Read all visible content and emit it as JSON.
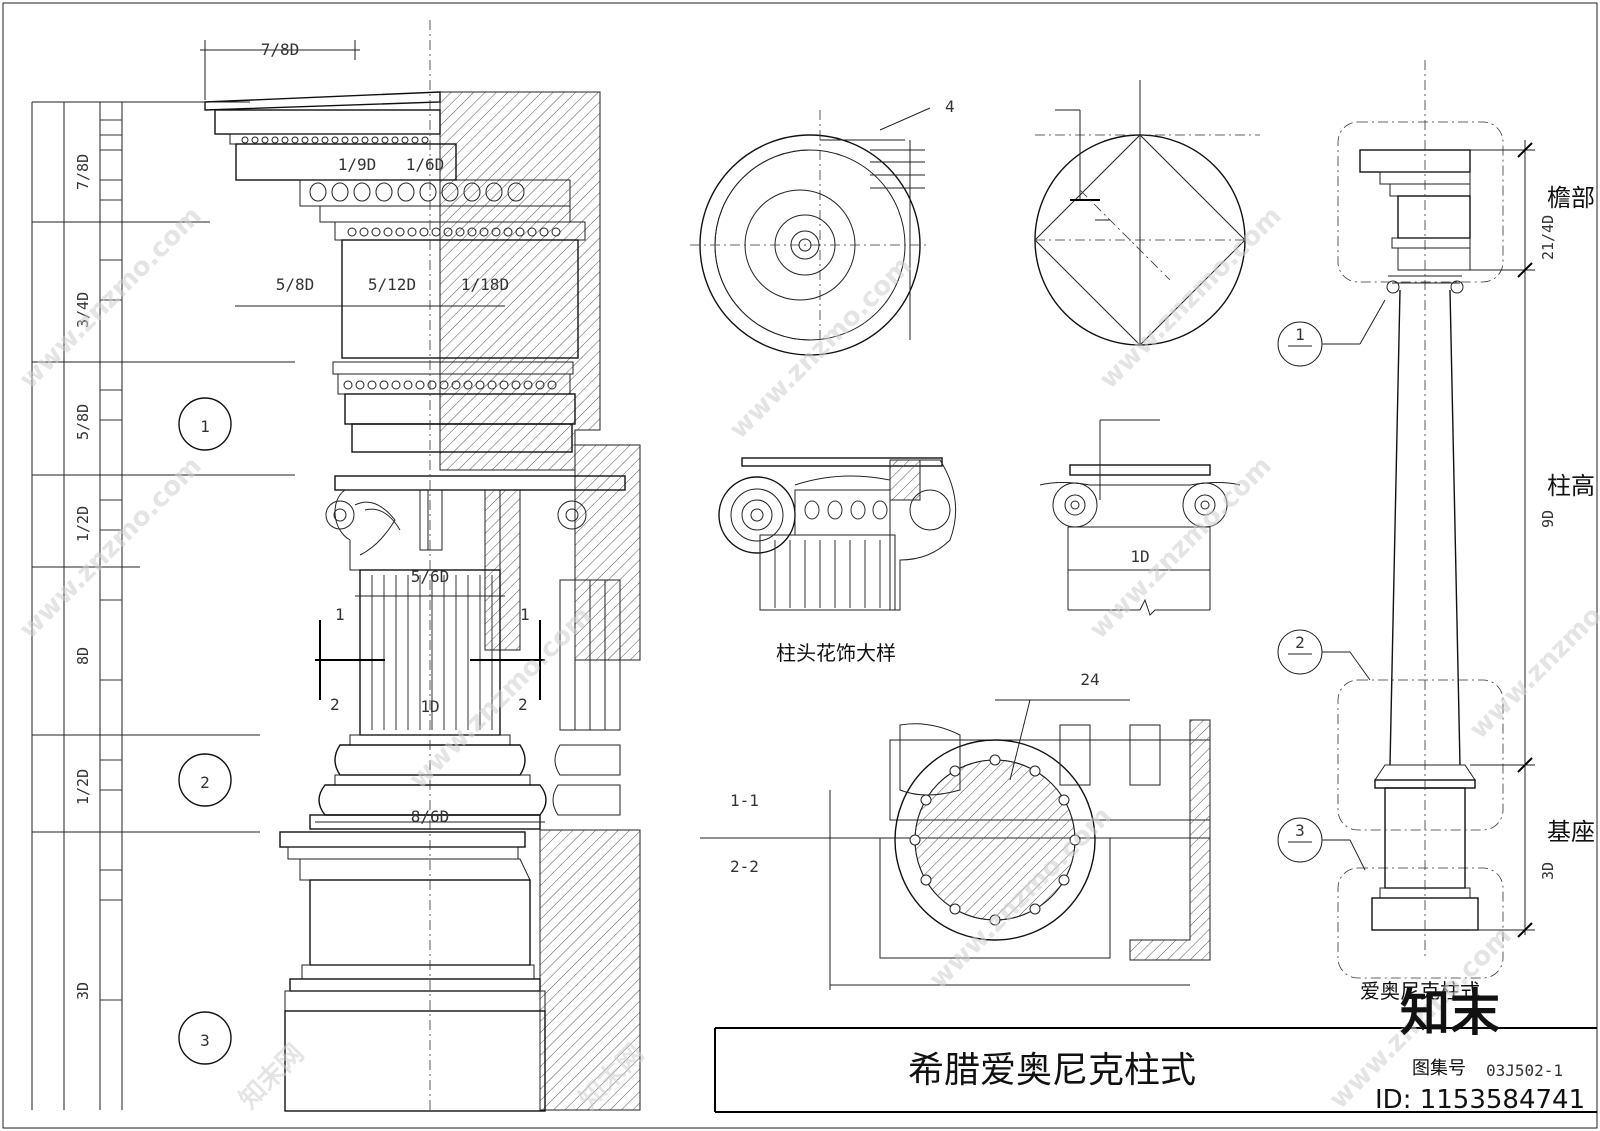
{
  "title": "希腊爱奥尼克柱式",
  "atlas_label": "图集号",
  "atlas_number": "03J502-1",
  "watermark_id": "ID: 1153584741",
  "watermark_brand": "知末",
  "watermark_url": "www.znzmo.com",
  "watermark_site": "知末网",
  "captions": {
    "capital_detail": "柱头花饰大样",
    "ionic_order": "爱奥尼克柱式"
  },
  "sections": {
    "s11": "1-1",
    "s22": "2-2"
  },
  "markers": [
    "1",
    "2",
    "3"
  ],
  "dims": {
    "top": "7/8D",
    "d_1_9": "1/9D",
    "d_1_6": "1/6D",
    "d_5_8": "5/8D",
    "d_5_12": "5/12D",
    "d_1_18": "1/18D",
    "d_5_6": "5/6D",
    "d_1": "1D",
    "d_8_6": "8/6D",
    "n4": "4",
    "n24": "24",
    "cap_1d": "1D",
    "sec_1": "1",
    "sec_2": "2"
  },
  "left_scale": [
    "7/8D",
    "3/4D",
    "5/8D",
    "1/2D",
    "8D",
    "1/2D",
    "3D"
  ],
  "right_dims": {
    "entablature_dim": "21/4D",
    "entablature_label": "檐部",
    "shaft_dim": "9D",
    "shaft_label": "柱高",
    "base_dim": "3D",
    "base_label": "基座"
  },
  "colors": {
    "line": "#111111",
    "hatch": "#555555",
    "watermark": "#cfcfcf"
  }
}
